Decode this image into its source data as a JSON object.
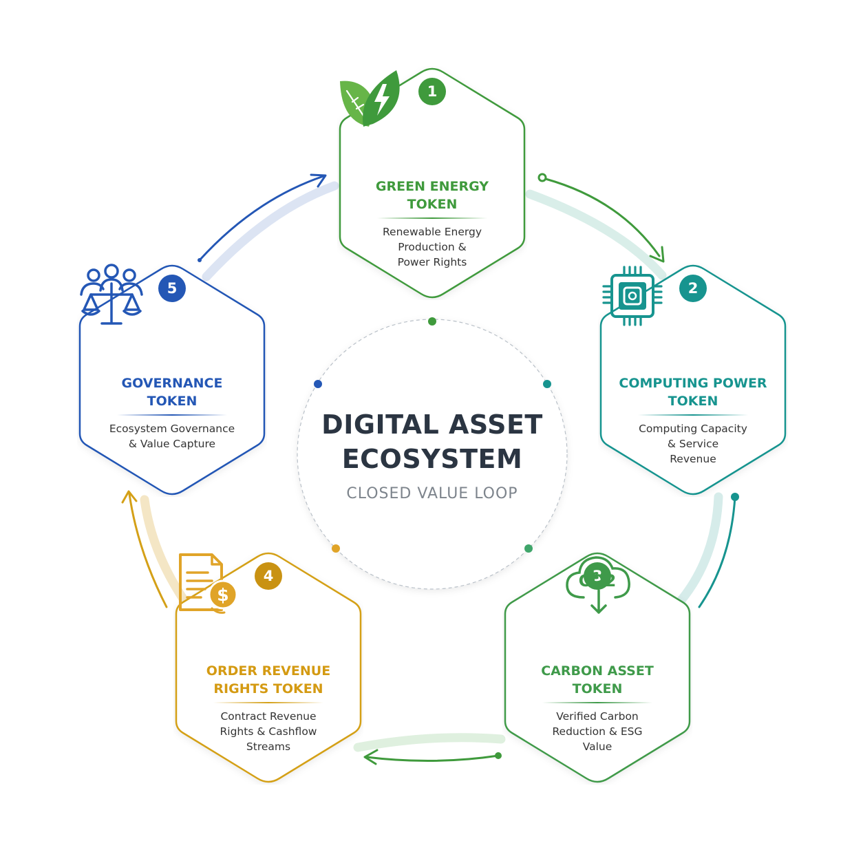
{
  "center": {
    "title": "DIGITAL ASSET\nECOSYSTEM",
    "subtitle": "CLOSED VALUE LOOP"
  },
  "colors": {
    "green": "#3f9a3c",
    "teal": "#17948f",
    "carbon": "#3f9a4a",
    "gold": "#d4a017",
    "blue": "#2457b5",
    "arrow_green": "#3f9a3c"
  },
  "nodes": [
    {
      "number": "1",
      "title": "GREEN ENERGY\nTOKEN",
      "description": "Renewable Energy\nProduction &\nPower Rights",
      "icon": "leaf-lightning-icon",
      "color": "#3f9a3c"
    },
    {
      "number": "2",
      "title": "COMPUTING POWER\nTOKEN",
      "description": "Computing Capacity\n& Service\nRevenue",
      "icon": "chip-icon",
      "color": "#17948f"
    },
    {
      "number": "3",
      "title": "CARBON ASSET\nTOKEN",
      "description": "Verified Carbon\nReduction & ESG\nValue",
      "icon": "co2-cloud-icon",
      "color": "#3f9a4a"
    },
    {
      "number": "4",
      "title": "ORDER REVENUE\nRIGHTS TOKEN",
      "description": "Contract Revenue\nRights & Cashflow\nStreams",
      "icon": "revenue-document-icon",
      "color": "#d4a017"
    },
    {
      "number": "5",
      "title": "GOVERNANCE\nTOKEN",
      "description": "Ecosystem Governance\n& Value Capture",
      "icon": "governance-scale-icon",
      "color": "#2457b5"
    }
  ],
  "co2_label": "CO2"
}
